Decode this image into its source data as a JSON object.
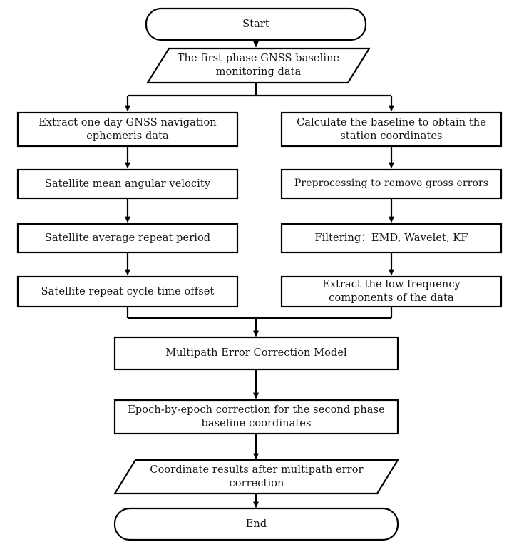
{
  "diagram": {
    "title": "GNSS multipath error correction flowchart",
    "background_color": "#ffffff",
    "stroke_color": "#000000",
    "text_color": "#111111",
    "nodes": {
      "start": {
        "label": "Start",
        "shape": "terminator"
      },
      "input_data": {
        "label": "The first phase GNSS baseline\nmonitoring data",
        "shape": "parallelogram"
      },
      "left_1": {
        "label": "Extract one day GNSS navigation\nephemeris data",
        "shape": "process"
      },
      "left_2": {
        "label": "Satellite mean angular velocity",
        "shape": "process"
      },
      "left_3": {
        "label": "Satellite average repeat period",
        "shape": "process"
      },
      "left_4": {
        "label": "Satellite repeat cycle time offset",
        "shape": "process"
      },
      "right_1": {
        "label": "Calculate the baseline to obtain the\nstation coordinates",
        "shape": "process"
      },
      "right_2": {
        "label": "Preprocessing to remove gross errors",
        "shape": "process"
      },
      "right_3": {
        "label": "Filtering：EMD, Wavelet, KF",
        "shape": "process"
      },
      "right_4": {
        "label": "Extract the low frequency\ncomponents of the data",
        "shape": "process"
      },
      "model": {
        "label": "Multipath Error Correction Model",
        "shape": "process"
      },
      "correction": {
        "label": "Epoch-by-epoch correction for the second phase\nbaseline coordinates",
        "shape": "process"
      },
      "output_data": {
        "label": "Coordinate results after multipath error\ncorrection",
        "shape": "parallelogram"
      },
      "end": {
        "label": "End",
        "shape": "terminator"
      }
    }
  }
}
